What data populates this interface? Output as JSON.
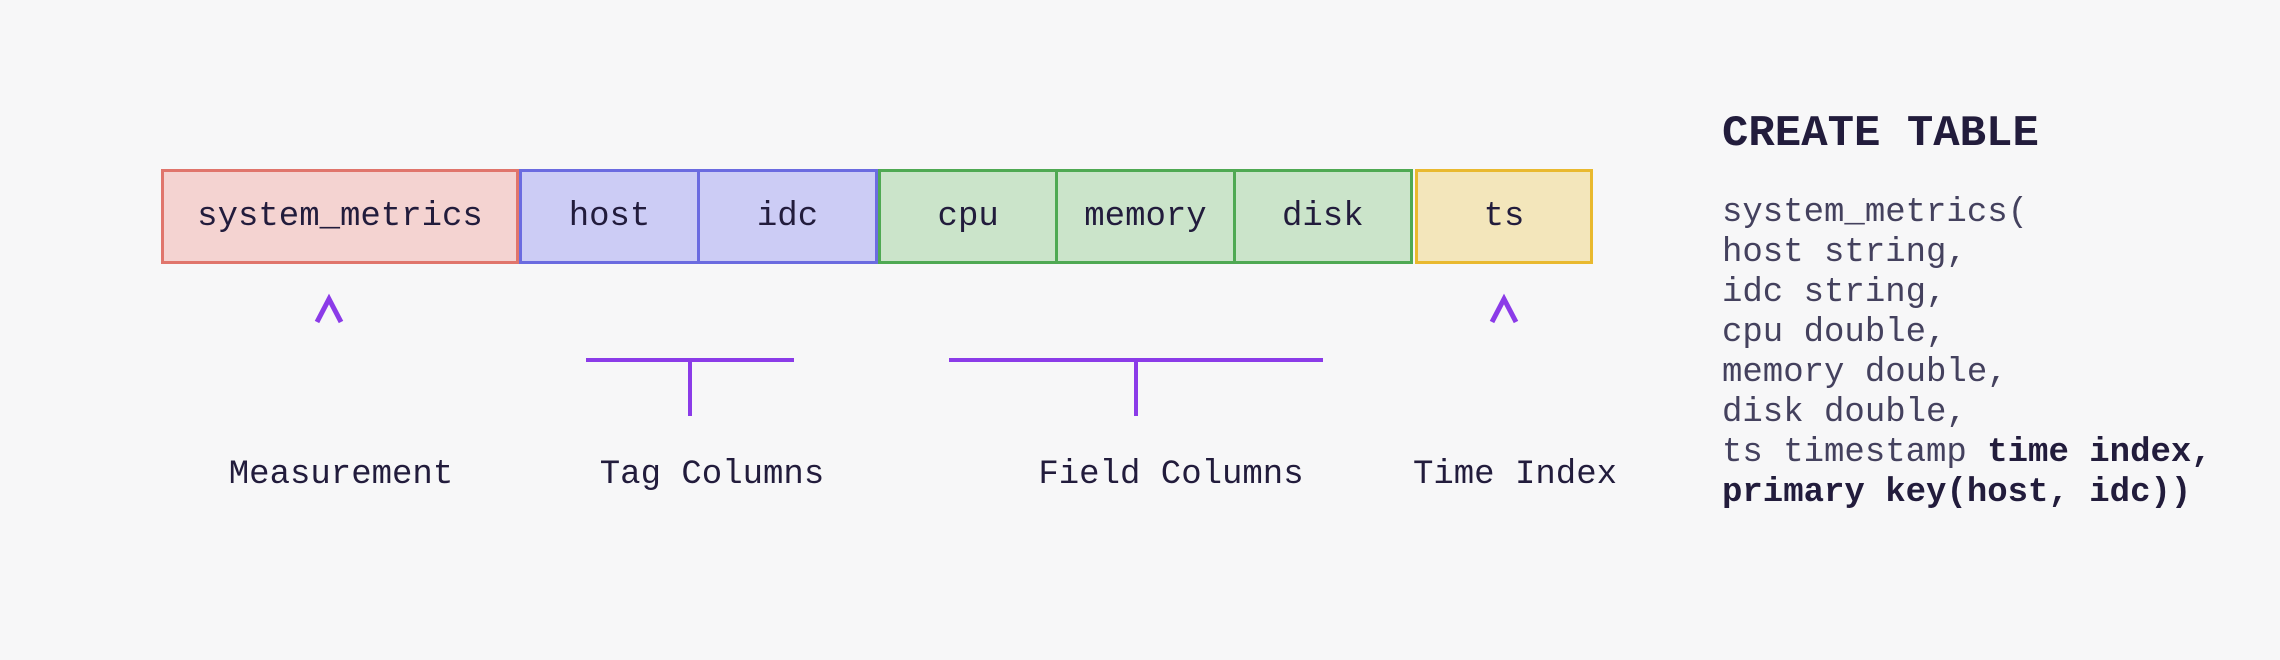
{
  "background_color": "#f7f7f8",
  "accent_purple": "#8b3be8",
  "accent_purple_light": "#cdb9f1",
  "text_dark": "#221c3c",
  "text_body": "#44415e",
  "table_diagram": {
    "groups": [
      {
        "id": "measurement",
        "label": "Measurement",
        "cells": [
          "system_metrics"
        ],
        "fill": "#f4d3d1",
        "border": "#e0756c"
      },
      {
        "id": "tags",
        "label": "Tag Columns",
        "cells": [
          "host",
          "idc"
        ],
        "fill": "#ccccf5",
        "border": "#6b6be0"
      },
      {
        "id": "fields",
        "label": "Field Columns",
        "cells": [
          "cpu",
          "memory",
          "disk"
        ],
        "fill": "#cbe4ca",
        "border": "#4fa953"
      },
      {
        "id": "time",
        "label": "Time Index",
        "cells": [
          "ts"
        ],
        "fill": "#f3e6bb",
        "border": "#e9b92f"
      }
    ]
  },
  "sql": {
    "heading": "CREATE TABLE",
    "lines": [
      {
        "text": "system_metrics("
      },
      {
        "text": "host string,"
      },
      {
        "text": "idc string,"
      },
      {
        "text": "cpu double,"
      },
      {
        "text": "memory double,"
      },
      {
        "text": "disk double,"
      },
      {
        "normal": "ts timestamp ",
        "bold": "time index,"
      },
      {
        "bold": "primary key(host, idc))"
      }
    ]
  }
}
